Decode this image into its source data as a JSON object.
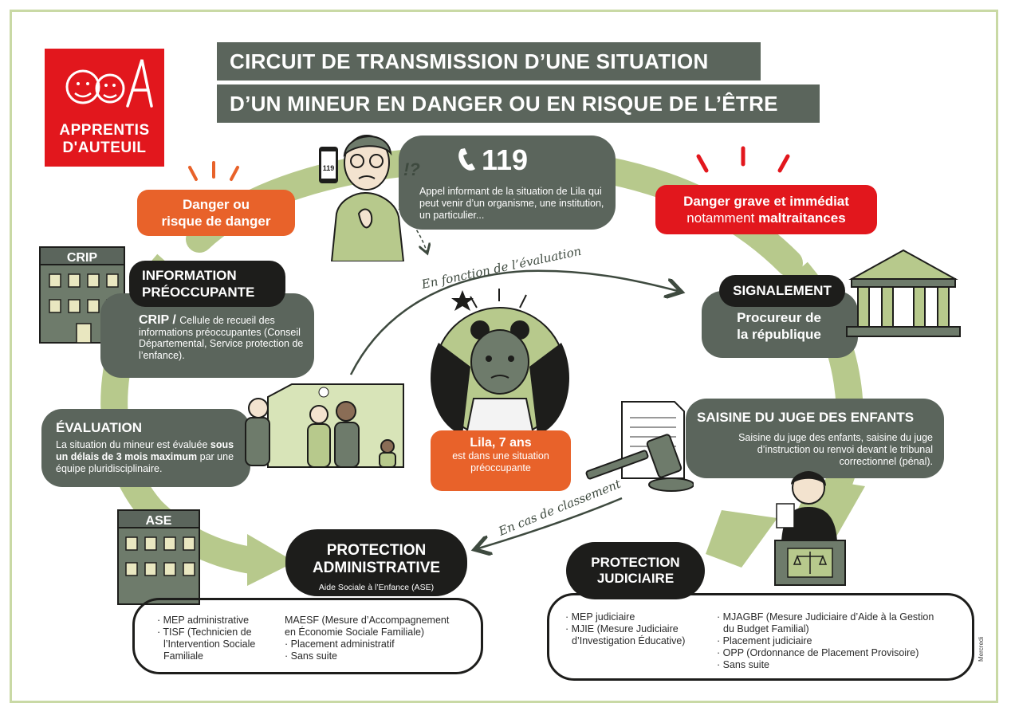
{
  "logo": {
    "brand": [
      "APPRENTIS",
      "D'AUTEUIL"
    ]
  },
  "title": {
    "line1": "CIRCUIT DE TRANSMISSION D’UNE SITUATION",
    "line2": "D’UN MINEUR EN DANGER OU EN RISQUE DE L’ÊTRE"
  },
  "call": {
    "number": "119",
    "icon": "phone-icon",
    "text": "Appel informant de la situation de Lila qui  peut venir d’un organisme, une institution, un particulier..."
  },
  "phone_screen": "119",
  "exclaim": "!?",
  "danger_risk": {
    "line1": "Danger ou",
    "line2": "risque de danger"
  },
  "danger_grave": {
    "line1": "Danger grave et immédiat",
    "line2_prefix": "notamment ",
    "line2_bold": "maltraitances"
  },
  "crip": {
    "building_label": "CRIP",
    "title_line1": "INFORMATION",
    "title_line2": "PRÉOCCUPANTE",
    "acronym": "CRIP",
    "separator": " / ",
    "text": "Cellule de recueil des informations préoccupantes (Conseil Départemental, Service protection de l’enfance)."
  },
  "evaluation": {
    "title": "ÉVALUATION",
    "text_before": "La situation du mineur est évaluée ",
    "text_bold": "sous un délais de 3 mois maximum",
    "text_after": " par une équipe pluridisciplinaire."
  },
  "signalement": {
    "title": "SIGNALEMENT",
    "line1": "Procureur de",
    "line2": "la république"
  },
  "saisine": {
    "title": "SAISINE DU JUGE DES ENFANTS",
    "text": "Saisine du juge des enfants, saisine du juge d’instruction ou renvoi devant le tribunal correctionnel (pénal)."
  },
  "lila": {
    "name": "Lila, 7 ans",
    "line1": "est dans une situation",
    "line2": "préoccupante"
  },
  "arrows": {
    "evaluation_label": "En fonction de l’évaluation",
    "classement_label": "En cas de classement"
  },
  "ase": {
    "building_label": "ASE"
  },
  "protection_admin": {
    "title_line1": "PROTECTION",
    "title_line2": "ADMINISTRATIVE",
    "subtitle": "Aide Sociale à l’Enfance (ASE)",
    "col1": [
      "· MEP administrative",
      "· TISF (Technicien de",
      "  l’Intervention Sociale",
      "  Familiale"
    ],
    "col2": [
      "MAESF (Mesure d’Accompagnement",
      "en Économie Sociale Familiale)",
      "· Placement administratif",
      "· Sans suite"
    ]
  },
  "protection_judiciaire": {
    "title_line1": "PROTECTION",
    "title_line2": "JUDICIAIRE",
    "col1": [
      "· MEP judiciaire",
      "· MJIE (Mesure Judiciaire",
      "  d’Investigation Éducative)"
    ],
    "col2": [
      "· MJAGBF (Mesure Judiciaire d’Aide à la Gestion",
      "  du Budget Familial)",
      "· Placement judiciaire",
      "· OPP (Ordonnance de Placement Provisoire)",
      "· Sans suite"
    ]
  },
  "signature": "Mercredi",
  "colors": {
    "gray_box": "#5b655c",
    "black_box": "#1d1d1b",
    "orange": "#e8622a",
    "red": "#e2171d",
    "green_ring": "#b7c98c",
    "frame": "#c9d9a5"
  }
}
